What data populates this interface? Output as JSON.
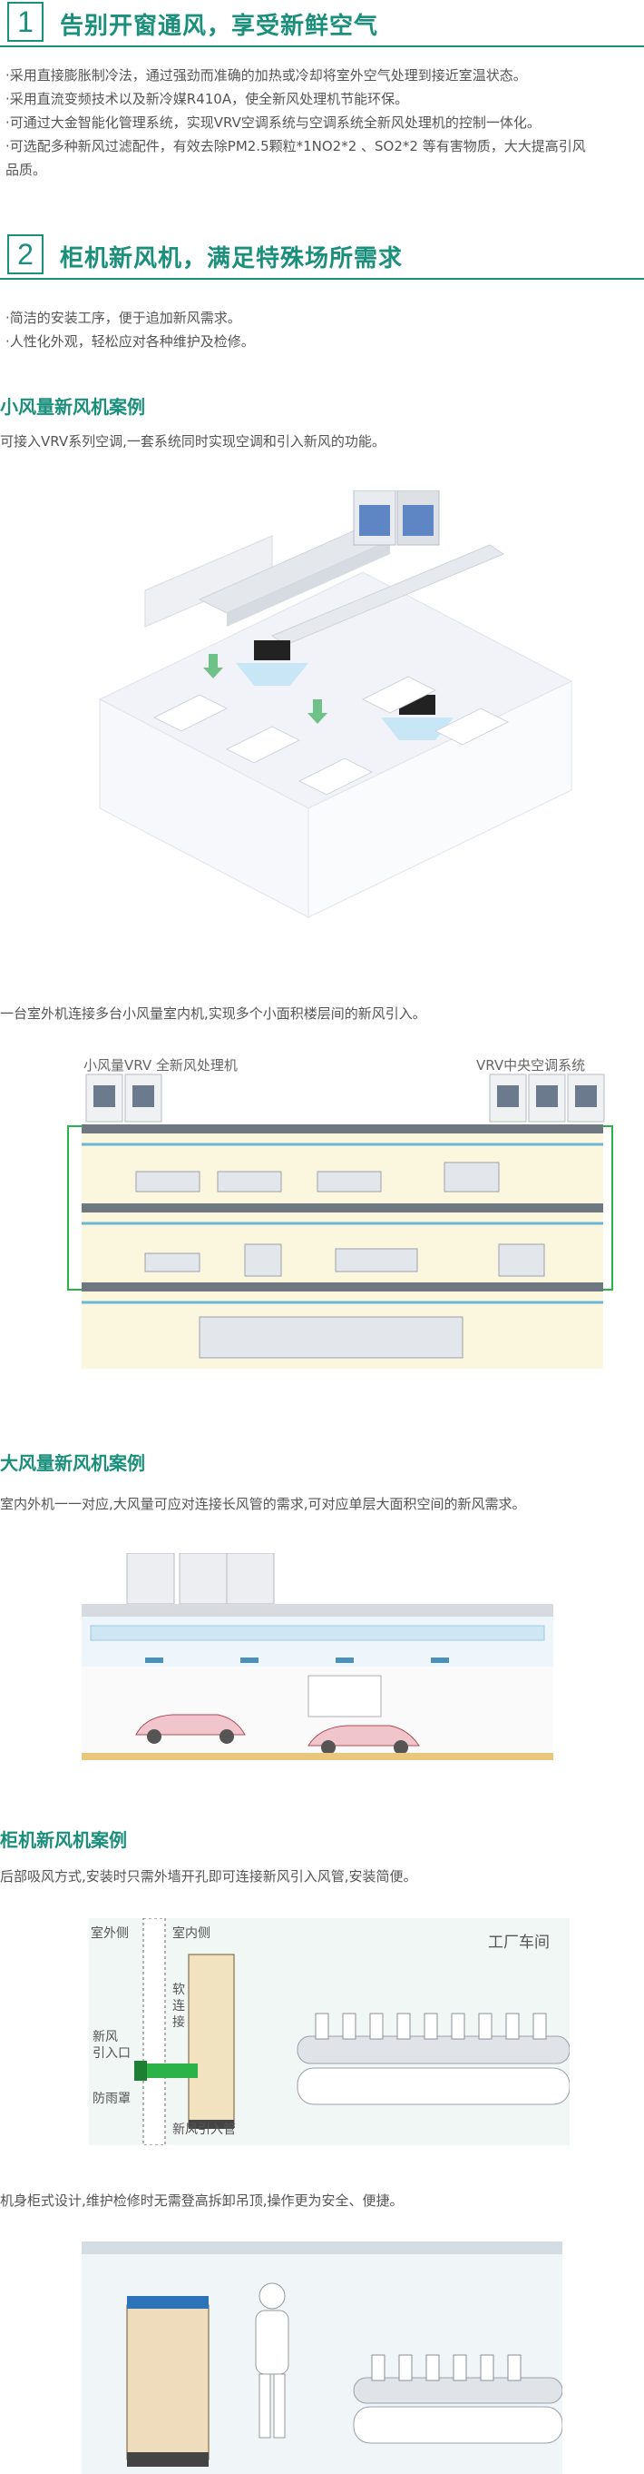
{
  "section1": {
    "number": "1",
    "title": "告别开窗通风，享受新鲜空气",
    "bullets": [
      "·采用直接膨胀制冷法，通过强劲而准确的加热或冷却将室外空气处理到接近室温状态。",
      "·采用直流变频技术以及新冷媒R410A，使全新风处理机节能环保。",
      "·可通过大金智能化管理系统，实现VRV空调系统与空调系统全新风处理机的控制一体化。",
      "·可选配多种新风过滤配件，有效去除PM2.5颗粒*1NO2*2 、SO2*2 等有害物质，大大提高引风",
      "品质。"
    ]
  },
  "section2": {
    "number": "2",
    "title": "柜机新风机，满足特殊场所需求",
    "bullets": [
      "·简洁的安装工序，便于追加新风需求。",
      "·人性化外观，轻松应对各种维护及检修。"
    ]
  },
  "small_case": {
    "title": "小风量新风机案例",
    "desc1": "可接入VRV系列空调,一套系统同时实现空调和引入新风的功能。",
    "desc2": "一台室外机连接多台小风量室内机,实现多个小面积楼层间的新风引入。",
    "label_left": "小风量VRV  全新风处理机",
    "label_right": "VRV中央空调系统"
  },
  "large_case": {
    "title": "大风量新风机案例",
    "desc": "室内外机一一对应,大风量可应对连接长风管的需求,可对应单层大面积空间的新风需求。"
  },
  "cabinet_case": {
    "title": "柜机新风机案例",
    "desc1": "后部吸风方式,安装时只需外墙开孔即可连接新风引入风管,安装简便。",
    "outside": "室外侧",
    "inside": "室内侧",
    "factory": "工厂车间",
    "soft_joint": "软连接",
    "inlet_line1": "新风",
    "inlet_line2": "引入口",
    "rain_cover": "防雨罩",
    "pipe": "新风引入管",
    "desc2": "机身柜式设计,维护检修时无需登高拆卸吊顶,操作更为安全、便捷。"
  },
  "colors": {
    "accent": "#1a8f7b",
    "green": "#2bb34a",
    "text": "#555555"
  }
}
